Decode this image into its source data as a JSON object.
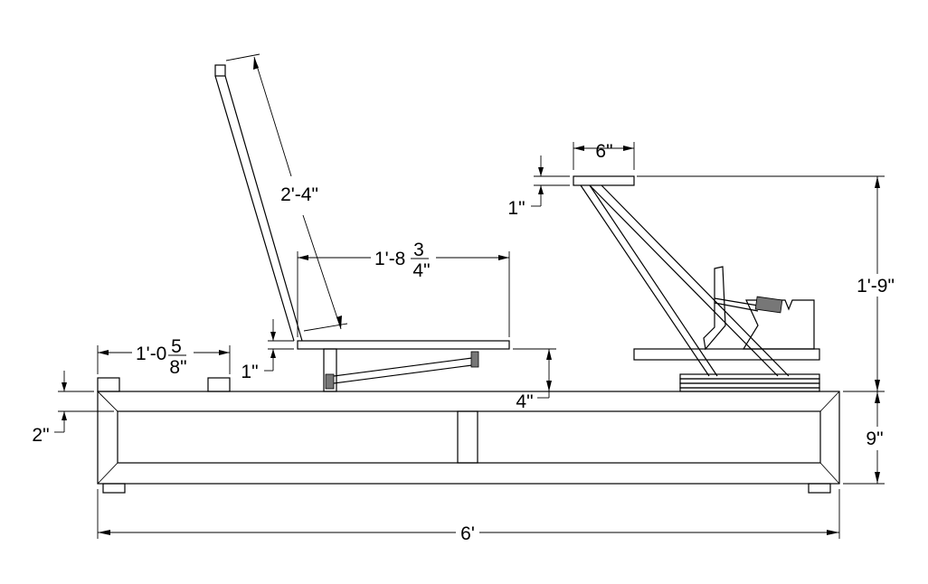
{
  "drawing": {
    "dimensions": {
      "total_length": "6'",
      "base_height": "9\"",
      "frame_inset": "2\"",
      "bumper_span_whole": "1'-0",
      "bumper_span_num": "5",
      "bumper_span_den": "8\"",
      "seat_thickness": "1\"",
      "seat_length_whole": "1'-8",
      "seat_length_num": "3",
      "seat_length_den": "4\"",
      "seat_height": "4\"",
      "backrest_length": "2'-4\"",
      "footrest_width": "6\"",
      "footrest_thickness": "1\"",
      "footrest_height": "1'-9\""
    }
  }
}
